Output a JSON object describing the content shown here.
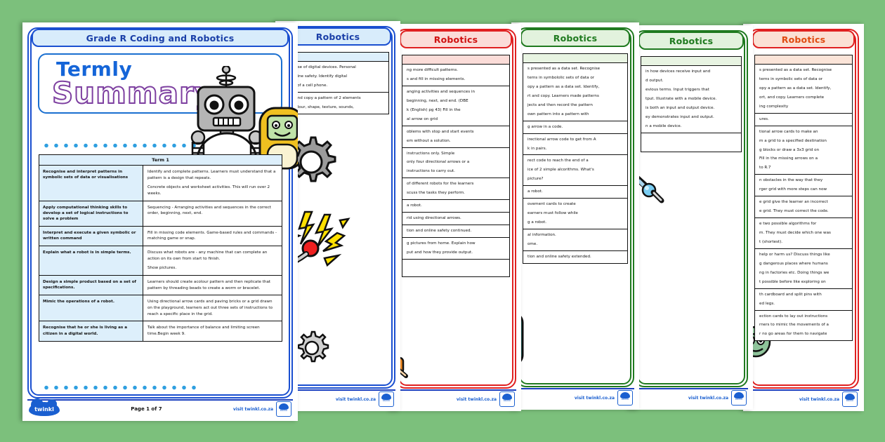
{
  "meta": {
    "background_color": "#7cc07c",
    "page_count_label": "7"
  },
  "page1": {
    "accent": "#1a4fd0",
    "title_bg": "#d8ecfb",
    "title_fg": "#1a3fa8",
    "header_title": "Grade R Coding and Robotics",
    "hero": {
      "line1": "Termly",
      "line2": "Summary",
      "line1_color": "#1565d8",
      "line2_outline_color": "#7d3fa0"
    },
    "robot_icon": "robot-illustration",
    "tablet_icon": "tablet-character-illustration",
    "table": {
      "header": "Term 1",
      "rows": [
        {
          "outcome": "Recognise and interpret patterns in symbolic sets of data or visualisations",
          "activities": [
            "Identify and complete patterns. Learners must understand that a pattern is a design that repeats.",
            "Concrete objects and worksheet activities. This will run over 2 weeks."
          ]
        },
        {
          "outcome": "Apply computational thinking skills to develop a set of logical instructions to solve a problem",
          "activities": [
            "Sequencing - Arranging activities and sequences in the correct order, beginning, next, end."
          ]
        },
        {
          "outcome": "Interpret and execute a given symbolic or written command",
          "activities": [
            "Fill in missing code elements. Game-based rules and commands  - matching game or snap."
          ]
        },
        {
          "outcome": "Explain what a robot is in simple terms.",
          "activities": [
            "Discuss what robots are - any machine that can complete an action on its own from start to finish.",
            "Show pictures."
          ]
        },
        {
          "outcome": "Design a simple product based on a set of specifications.",
          "activities": [
            "Learners should create acolour pattern and then replicate that pattern by threading beads to create a worm or bracelet."
          ]
        },
        {
          "outcome": "Mimic the operations of a robot.",
          "activities": [
            "Using directional arrow cards and paving bricks or a grid drawn on the playground, learners act out three sets of instructions to reach a specific place in the grid."
          ]
        },
        {
          "outcome": "Recognise that he or she is living as a citizen in a digital world.",
          "activities": [
            "Talk about the importance of balance and limiting screen time.Begin week 9."
          ]
        }
      ]
    },
    "footer": {
      "logo": "twinkl-logo",
      "logo_text": "twinkl",
      "page_label": "Page 1 of 7",
      "visit_text": "visit twinkl.co.za",
      "badge_text": "twinkl"
    }
  },
  "page2": {
    "accent": "#1a4fd0",
    "title_bg": "#d8ecfb",
    "title_fg": "#1a3fa8",
    "header_title": "Robotics",
    "head_row_color": "#ddeffb",
    "rows": [
      [
        "e use of digital devices. Personal",
        "online safety. Identify digital",
        "se of a cell phone."
      ],
      [
        "e and copy a pattern of 2 elements",
        "(colour, shape, texture, sounds,"
      ]
    ],
    "art": [
      "gear-icon",
      "lightning-bolt-icon",
      "robot-arm-illustration"
    ],
    "footer": {
      "visit_text": "visit twinkl.co.za",
      "badge_text": "twinkl"
    }
  },
  "page3": {
    "accent": "#e02020",
    "title_bg": "#fbdcd8",
    "title_fg": "#d01010",
    "header_title": "Robotics",
    "head_row_color": "#fbdcd8",
    "rows": [
      [
        "ng more difficult patterns.",
        "s and fill in missing elements."
      ],
      [
        "anging activities and sequences in",
        "beginning, next, and end. (DBE",
        "k (English) pg 43) Fill in the",
        "al arrow on grid"
      ],
      [
        "oblems with stop and start events",
        "em without a solution."
      ],
      [
        "instructions only. Simple",
        "only four directional arrows or a",
        "instructions to carry out."
      ],
      [
        "of different robots for the learners",
        "scuss the tasks they perform."
      ],
      [
        "a robot."
      ],
      [
        "rid using directional arrows."
      ],
      [
        "tion and online safety continued."
      ],
      [
        "g pictures from home. Explain how",
        "put and how they provide output."
      ],
      [
        ""
      ]
    ],
    "art": [
      "orange-robot-illustration"
    ],
    "footer": {
      "visit_text": "visit twinkl.co.za",
      "badge_text": "twinkl"
    }
  },
  "page4": {
    "accent": "#1f7a1f",
    "title_bg": "#e2f2dd",
    "title_fg": "#1f7a1f",
    "header_title": "Robotics",
    "head_row_color": "#e8f4e2",
    "rows": [
      [
        "s presented as a data set. Recognise",
        "terns in symbololic sets of data or",
        "opy a pattern as a data set. Identify,",
        "rt and copy. Learners made patterns",
        "jects and then record the pattern",
        "own pattern into a pattern with"
      ],
      [
        "g arrow in a code."
      ],
      [
        "irectional arrow code to get from A",
        "k in pairs."
      ],
      [
        "rect code to reach the end of a",
        "ice of 2 simple alcorithms. What's",
        "picture?"
      ],
      [
        "a robot."
      ],
      [
        "ovement cards to create",
        "earners must follow while",
        "g a robot."
      ],
      [
        "al information.",
        "ome."
      ],
      [
        "tion and online safety extended."
      ]
    ],
    "art": [
      "teal-device-illustration"
    ],
    "footer": {
      "visit_text": "visit twinkl.co.za",
      "badge_text": "twinkl"
    }
  },
  "page5": {
    "accent": "#1f7a1f",
    "title_bg": "#e2f2dd",
    "title_fg": "#1f7a1f",
    "header_title": "Robotics",
    "head_row_color": "#e8f4e2",
    "rows": [
      [
        "in how devices receive input and",
        "d output.",
        "evious terms. Input triggers that",
        "tput. Illustrate with a mobile device.",
        "is both an input and output device.",
        "ey demonstrates input and output.",
        "n a mobile device."
      ],
      [
        ""
      ]
    ],
    "art": [
      "robotic-arm-icon"
    ],
    "footer": {
      "visit_text": "visit twinkl.co.za",
      "badge_text": "twinkl"
    }
  },
  "page6": {
    "accent": "#e02020",
    "title_bg": "#fbe0d4",
    "title_fg": "#e04a10",
    "header_title": "Robotics",
    "head_row_color": "#fbe4d8",
    "rows": [
      [
        "s presented as a data set. Recognise",
        "terns in symbolic sets of data or",
        "opy a pattern as a data set. Identify,",
        "ort, and copy. Learners complete",
        "ing complexity"
      ],
      [
        "ures."
      ],
      [
        "tional arrow cards to make an",
        "m a grid to a specified destination",
        "g blocks or draw a 3x3 grid on",
        "Fill in the missing arrows on a",
        "to R.7"
      ],
      [
        "n obstacles in the way that they",
        "rger grid with more steps can now"
      ],
      [
        "e grid give the learner an incorrect",
        "e grid. They must correct the code."
      ],
      [
        "e two possible algorithms for",
        "m. They must decide which one was",
        "t (shortest)."
      ],
      [
        "help or harm us? Discuss things like",
        "g dangerous places where humans",
        "ng in factories etc. Doing things we",
        "t possible before like exploring on"
      ],
      [
        "th cardboard and split pins with",
        "ed legs."
      ],
      [
        "ection cards to lay out instructions",
        "rners to mimic the movements of a",
        "r no go areas for them to navigate"
      ]
    ],
    "art": [
      "green-robot-head-illustration"
    ],
    "footer": {
      "visit_text": "visit twinkl.co.za",
      "badge_text": "twinkl"
    }
  }
}
